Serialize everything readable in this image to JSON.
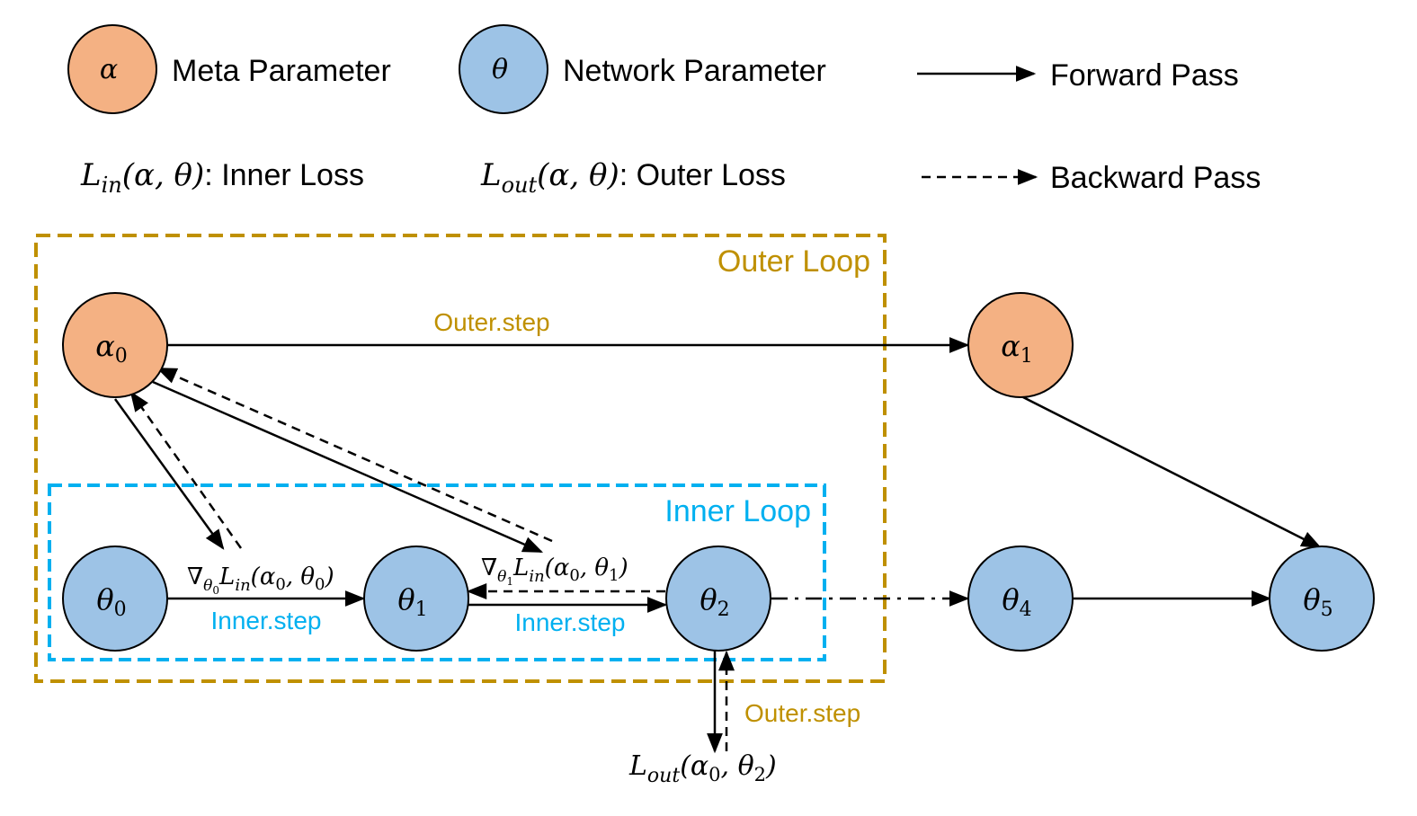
{
  "legend": {
    "meta_symbol": "α",
    "meta_label": "Meta Parameter",
    "network_symbol": "θ",
    "network_label": "Network Parameter",
    "forward_label": "Forward Pass",
    "backward_label": "Backward Pass",
    "inner_loss": {
      "L": "L",
      "sub": "in",
      "args": "(α, θ)",
      "label": ": Inner Loss"
    },
    "outer_loss": {
      "L": "L",
      "sub": "out",
      "args": "(α, θ)",
      "label": ": Outer Loss"
    }
  },
  "boxes": {
    "outer_label": "Outer Loop",
    "inner_label": "Inner Loop"
  },
  "nodes": {
    "alpha0": {
      "sym": "α",
      "sub": "0"
    },
    "alpha1": {
      "sym": "α",
      "sub": "1"
    },
    "theta0": {
      "sym": "θ",
      "sub": "0"
    },
    "theta1": {
      "sym": "θ",
      "sub": "1"
    },
    "theta2": {
      "sym": "θ",
      "sub": "2"
    },
    "theta4": {
      "sym": "θ",
      "sub": "4"
    },
    "theta5": {
      "sym": "θ",
      "sub": "5"
    }
  },
  "edges": {
    "outer_step_top": "Outer.step",
    "outer_step_bottom": "Outer.step",
    "inner_step_1": "Inner.step",
    "inner_step_2": "Inner.step",
    "grad0": {
      "nabla": "∇",
      "nsub": "θ",
      "nsubsub": "0",
      "L": "L",
      "sub": "in",
      "args": "(α",
      "a": "0",
      "mid": ", θ",
      "b": "0",
      "end": ")"
    },
    "grad1": {
      "nabla": "∇",
      "nsub": "θ",
      "nsubsub": "1",
      "L": "L",
      "sub": "in",
      "args": "(α",
      "a": "0",
      "mid": ", θ",
      "b": "1",
      "end": ")"
    },
    "lout": {
      "L": "L",
      "sub": "out",
      "args": "(α",
      "a": "0",
      "mid": ", θ",
      "b": "2",
      "end": ")"
    }
  },
  "colors": {
    "meta_fill": "#F4B183",
    "network_fill": "#9DC3E6",
    "outer_color": "#BF9000",
    "inner_color": "#00B0F0",
    "line": "#000000"
  }
}
